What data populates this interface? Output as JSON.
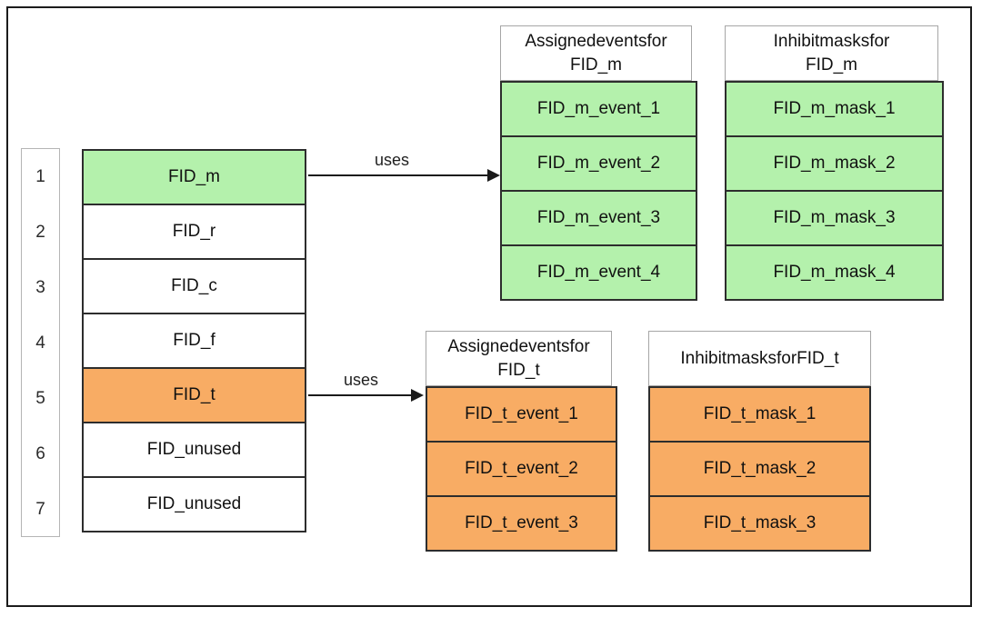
{
  "index_column": {
    "values": [
      "1",
      "2",
      "3",
      "4",
      "5",
      "6",
      "7"
    ]
  },
  "main_table": {
    "rows": [
      {
        "label": "FID_m",
        "fill": "green"
      },
      {
        "label": "FID_r",
        "fill": "white"
      },
      {
        "label": "FID_c",
        "fill": "white"
      },
      {
        "label": "FID_f",
        "fill": "white"
      },
      {
        "label": "FID_t",
        "fill": "orange"
      },
      {
        "label": "FID_unused",
        "fill": "white"
      },
      {
        "label": "FID_unused",
        "fill": "white"
      }
    ]
  },
  "arrows": {
    "top": {
      "label": "uses",
      "from": "FID_m",
      "to": "Assigned events for FID_m"
    },
    "bottom": {
      "label": "uses",
      "from": "FID_t",
      "to": "Assigned events for FID_t"
    }
  },
  "tables": {
    "events_m": {
      "title": [
        "Assignedeventsfor",
        "FID_m"
      ],
      "rows": [
        "FID_m_event_1",
        "FID_m_event_2",
        "FID_m_event_3",
        "FID_m_event_4"
      ],
      "fill": "green"
    },
    "masks_m": {
      "title": [
        "Inhibitmasksfor",
        "FID_m"
      ],
      "rows": [
        "FID_m_mask_1",
        "FID_m_mask_2",
        "FID_m_mask_3",
        "FID_m_mask_4"
      ],
      "fill": "green"
    },
    "events_t": {
      "title": [
        "Assignedeventsfor",
        "FID_t"
      ],
      "rows": [
        "FID_t_event_1",
        "FID_t_event_2",
        "FID_t_event_3"
      ],
      "fill": "orange"
    },
    "masks_t": {
      "title": [
        "InhibitmasksforFID_t"
      ],
      "rows": [
        "FID_t_mask_1",
        "FID_t_mask_2",
        "FID_t_mask_3"
      ],
      "fill": "orange"
    }
  },
  "colors": {
    "highlight_green": "#b4f1ac",
    "highlight_orange": "#f8ac64",
    "cell_border": "#2d2d2d",
    "header_border": "#a6a6a6",
    "arrow": "#1a1a1a"
  }
}
